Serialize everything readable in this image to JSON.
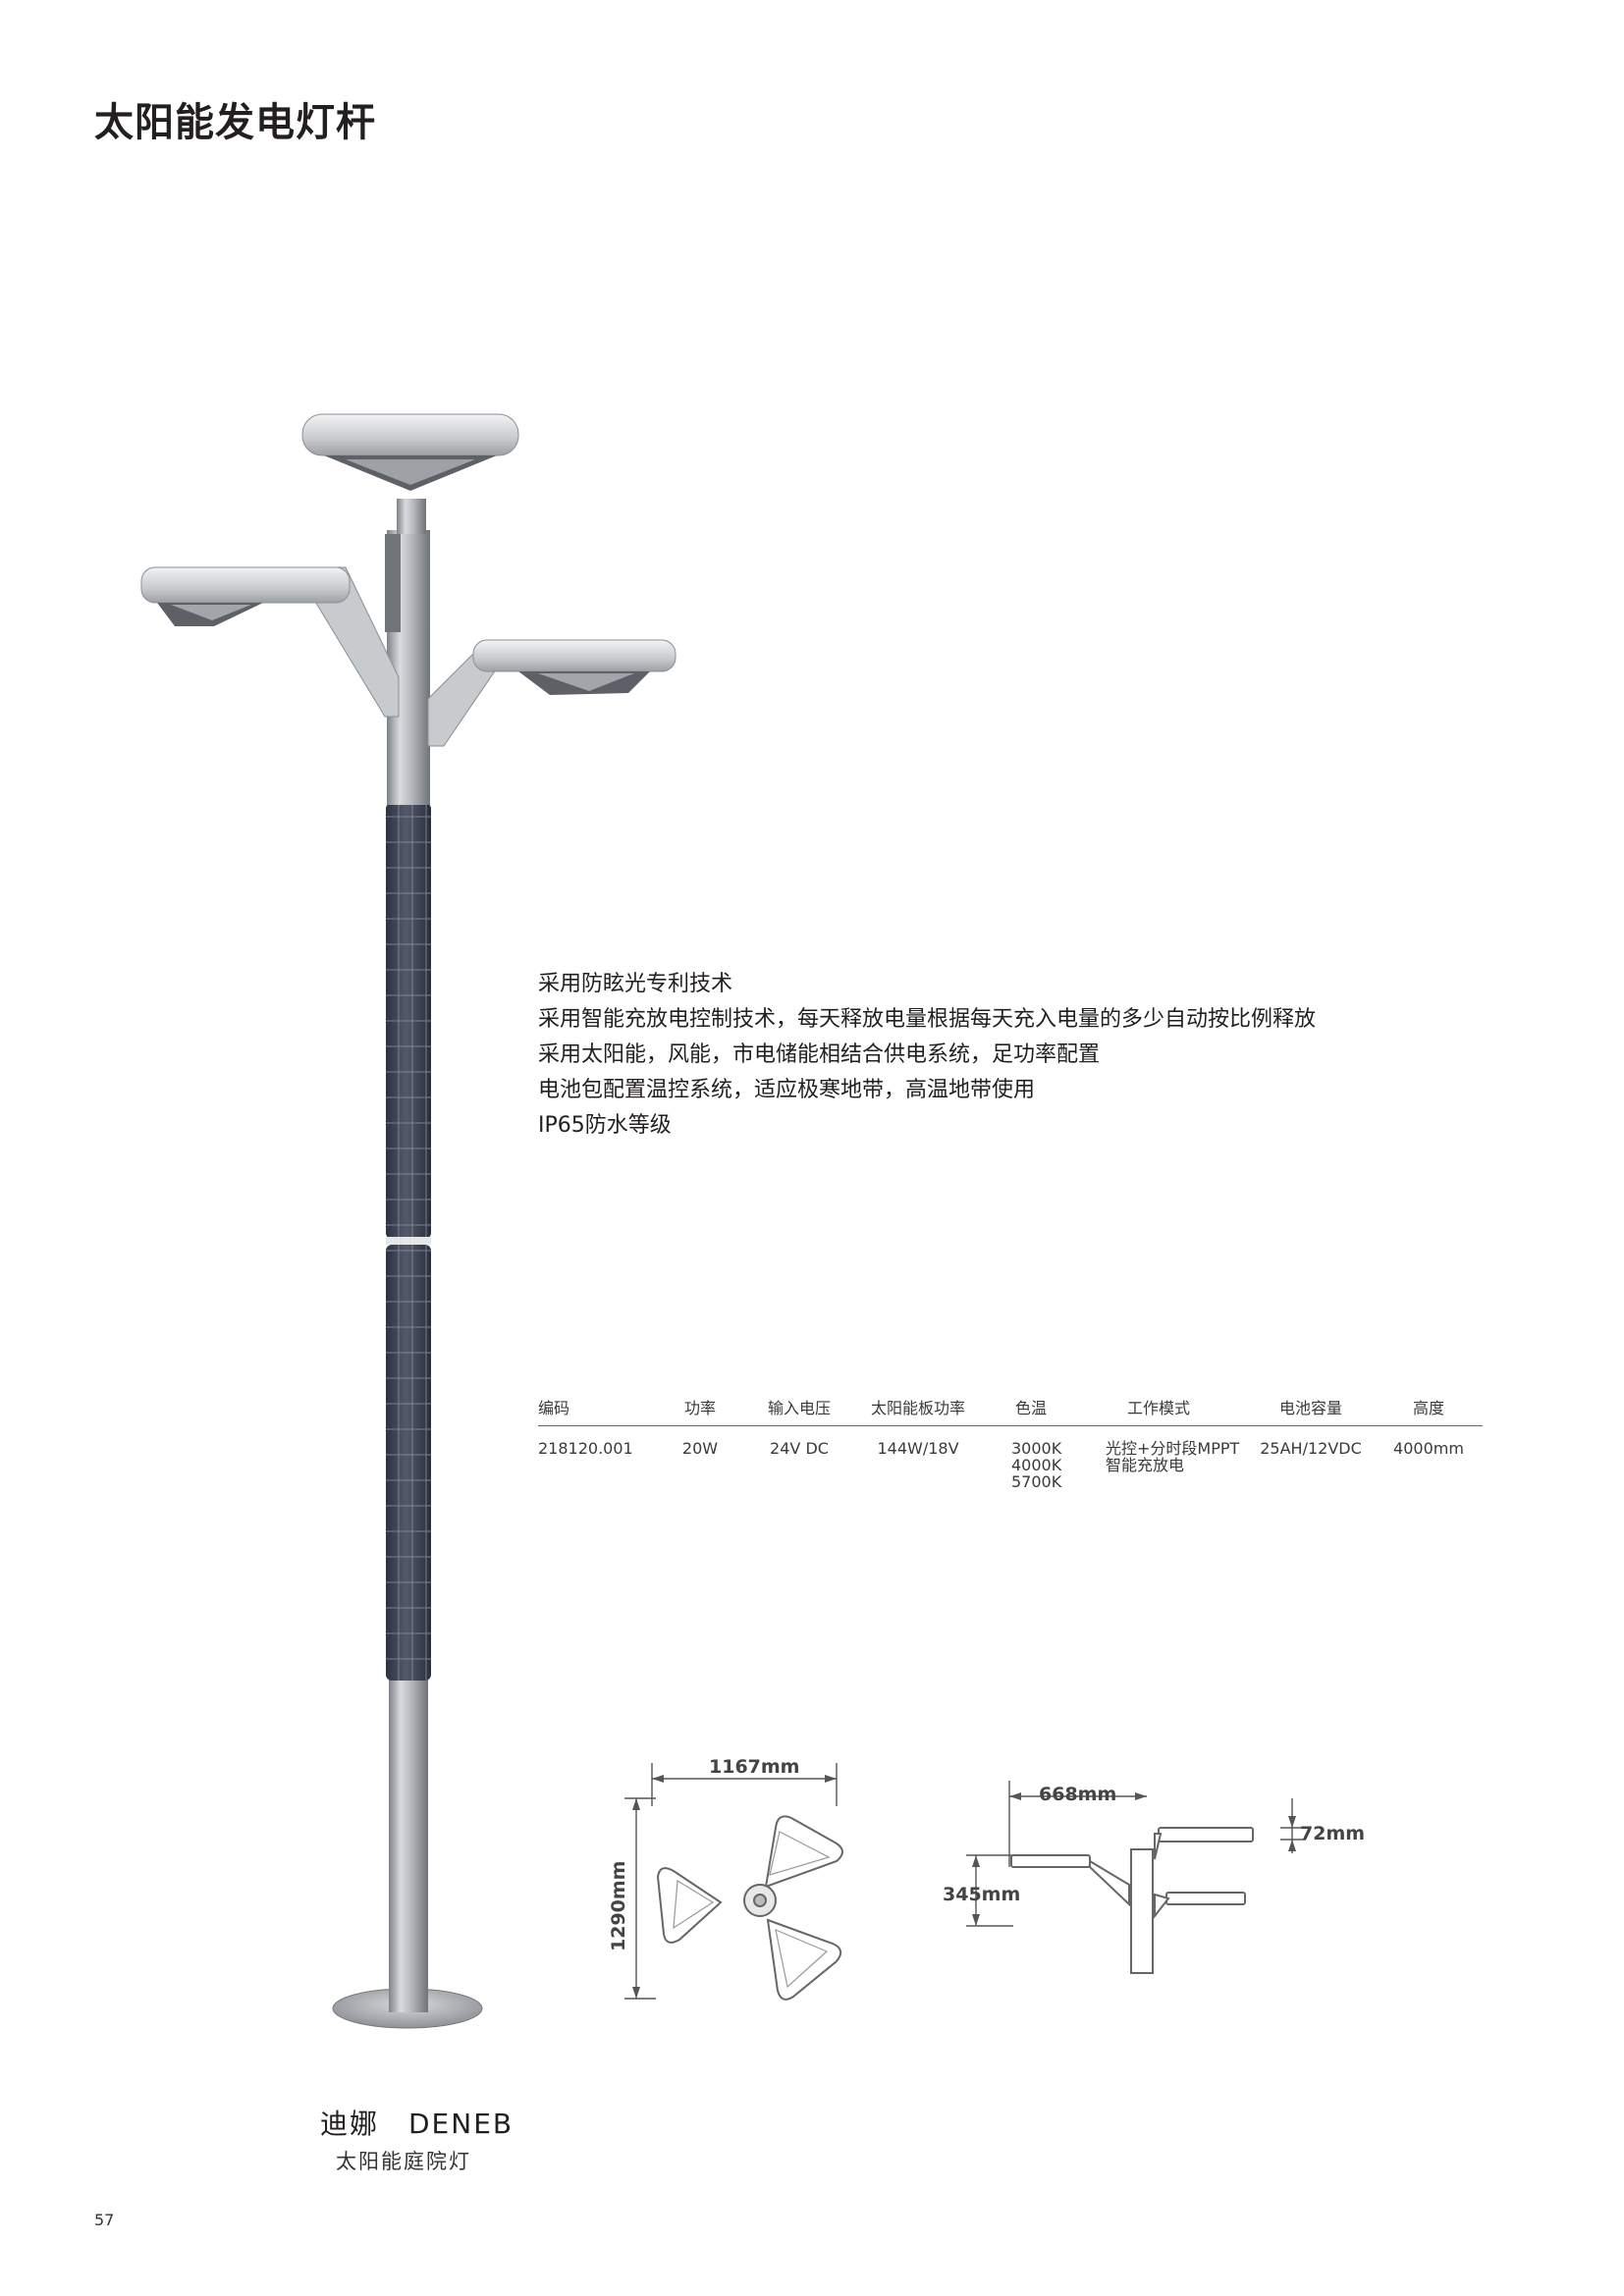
{
  "page": {
    "title": "太阳能发电灯杆",
    "page_number": "57"
  },
  "features": [
    "采用防眩光专利技术",
    "采用智能充放电控制技术，每天释放电量根据每天充入电量的多少自动按比例释放",
    "采用太阳能，风能，市电储能相结合供电系统，足功率配置",
    "电池包配置温控系统，适应极寒地带，高温地带使用",
    "IP65防水等级"
  ],
  "spec_table": {
    "headers": [
      "编码",
      "功率",
      "输入电压",
      "太阳能板功率",
      "色温",
      "工作模式",
      "电池容量",
      "高度"
    ],
    "row": {
      "code": "218120.001",
      "power": "20W",
      "input_voltage": "24V DC",
      "solar_panel_power": "144W/18V",
      "color_temp": [
        "3000K",
        "4000K",
        "5700K"
      ],
      "work_mode": [
        "光控+分时段MPPT",
        "智能充放电"
      ],
      "battery": "25AH/12VDC",
      "height": "4000mm"
    }
  },
  "dimensions": {
    "top_width": "1167mm",
    "top_height": "1290mm",
    "side_width": "668mm",
    "side_height": "345mm",
    "side_thickness": "72mm"
  },
  "product": {
    "name": "迪娜　DENEB",
    "subtitle": "太阳能庭院灯"
  }
}
